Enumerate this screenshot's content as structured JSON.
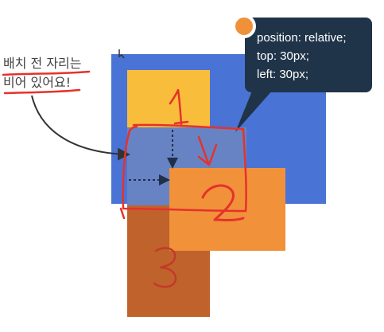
{
  "annotation": {
    "line1": "배치 전 자리는",
    "line2": "비어 있어요!"
  },
  "callout": {
    "lines": [
      "position: relative;",
      "top: 30px;",
      "left: 30px;"
    ]
  },
  "boxes": {
    "box1_label": "1",
    "box2_label": "2",
    "box3_label": "3"
  },
  "colors": {
    "container": "#4a73d6",
    "box1": "#f9bd3c",
    "box2": "#f1913a",
    "box3": "#c0622b",
    "original_position": "#6883c4",
    "callout": "#203449",
    "callout_dot": "#f0913a",
    "pen": "#e5322b",
    "underline": "#e5322b",
    "arrow": "#333333",
    "dotted_arrow": "#1f2f4a"
  }
}
